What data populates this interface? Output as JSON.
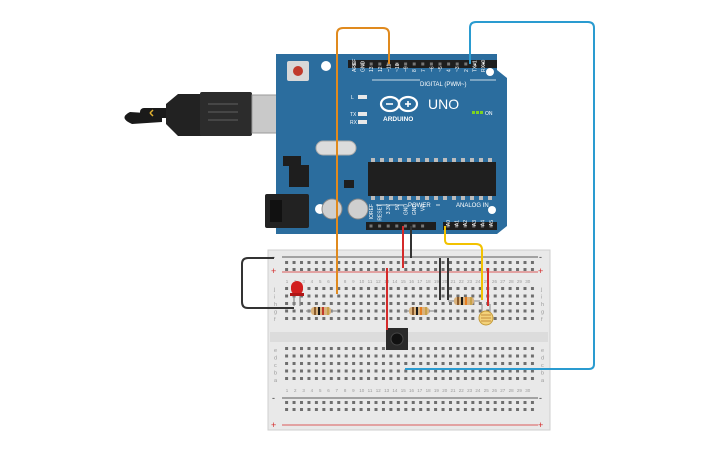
{
  "arduino": {
    "brand": "ARDUINO",
    "model": "UNO",
    "digital_label": "DIGITAL (PWM~)",
    "power_label": "POWER",
    "analog_label": "ANALOG IN",
    "on_label": "ON",
    "tx_label": "TX",
    "rx_label": "RX",
    "l_label": "L",
    "digital_pins": [
      "AREF",
      "GND",
      "13",
      "12",
      "~11",
      "~10",
      "~9",
      "8",
      "7",
      "~6",
      "~5",
      "4",
      "~3",
      "2",
      "TX▸1",
      "RX◂0"
    ],
    "power_pins": [
      "IOREF",
      "RESET",
      "3.3V",
      "5V",
      "GND",
      "GND",
      "Vin"
    ],
    "analog_pins": [
      "A0",
      "A1",
      "A2",
      "A3",
      "A4",
      "A5"
    ]
  },
  "breadboard": {
    "row_letters_top": [
      "j",
      "i",
      "h",
      "g",
      "f"
    ],
    "row_letters_bottom": [
      "e",
      "d",
      "c",
      "b",
      "a"
    ],
    "column_numbers": [
      "1",
      "2",
      "3",
      "4",
      "5",
      "6",
      "7",
      "8",
      "9",
      "10",
      "11",
      "12",
      "13",
      "14",
      "15",
      "16",
      "17",
      "18",
      "19",
      "20",
      "21",
      "22",
      "23",
      "24",
      "25",
      "26",
      "27",
      "28",
      "29",
      "30"
    ],
    "rail_plus": "+",
    "rail_minus": "-"
  },
  "colors": {
    "board": "#2b6d9e",
    "wire_orange": "#e08a1e",
    "wire_blue": "#2a9bd0",
    "wire_yellow": "#f2c200",
    "wire_red": "#d42a2a",
    "wire_black": "#333333",
    "led": "#d21f1f"
  }
}
